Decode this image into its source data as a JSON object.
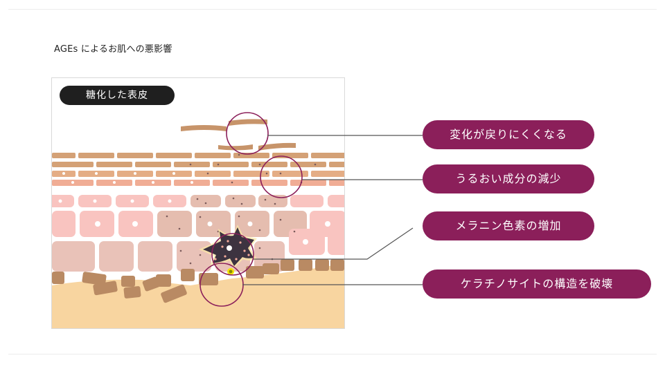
{
  "page": {
    "title": "AGEs によるお肌への悪影響"
  },
  "diagram": {
    "badge": "糖化した表皮",
    "callouts": [
      "変化が戻りにくくなる",
      "うるおい成分の減少",
      "メラニン色素の増加",
      "ケラチノサイトの構造を破壊"
    ]
  },
  "colors": {
    "callout": "#8b1f5a",
    "badge": "#1f1f1f",
    "flake": "#c7946a",
    "brick_dark": "#d4a176",
    "brick_pink": "#f0ad95",
    "cell_pink": "#f9c4c0",
    "cell_mauve": "#e5bdaf",
    "basal": "#b98a63",
    "dermis": "#f8d5a0",
    "melanocyte": "#3d3340"
  }
}
